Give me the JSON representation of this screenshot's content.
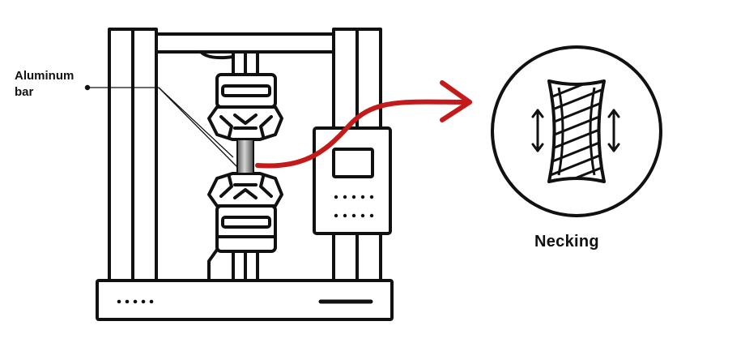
{
  "labels": {
    "specimen_line1": "Aluminum",
    "specimen_line2": "bar",
    "result": "Necking"
  },
  "colors": {
    "stroke": "#111111",
    "arrow": "#c41a1a",
    "background": "#ffffff"
  },
  "machine": {
    "base_indicator_dots": 5,
    "panel_indicator_rows": 2,
    "panel_indicator_dots_per_row": 5
  },
  "icons": {
    "tension_arrows": "double-headed-vertical-arrow",
    "flow_arrow": "curved-arrow-right"
  }
}
